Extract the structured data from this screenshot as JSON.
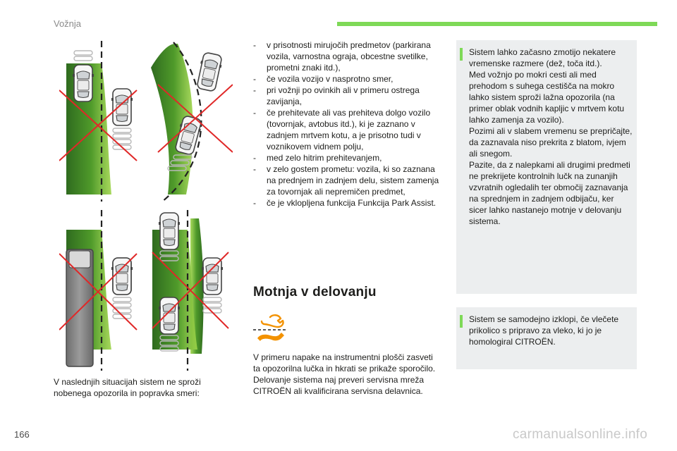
{
  "header": {
    "section_title": "Vožnja",
    "accent_color": "#7ed957"
  },
  "illustrations": [
    {
      "name": "stationary-objects-scene",
      "icon": "cars-diagram"
    },
    {
      "name": "tight-curve-scene",
      "icon": "cars-diagram"
    },
    {
      "name": "truck-overtaking-scene",
      "icon": "cars-diagram"
    },
    {
      "name": "dense-traffic-scene",
      "icon": "cars-diagram"
    }
  ],
  "caption": "V naslednjih situacijah sistem ne sproži nobenega opozorila in popravka smeri:",
  "conditions": [
    "v prisotnosti mirujočih predmetov (parkirana vozila, varnostna ograja, obcestne svetilke, prometni znaki itd.),",
    "če vozila vozijo v nasprotno smer,",
    "pri vožnji po ovinkih ali v primeru ostrega zavijanja,",
    "če prehitevate ali vas prehiteva dolgo vozilo (tovornjak, avtobus itd.), ki je zaznano v zadnjem mrtvem kotu, a je prisotno tudi v voznikovem vidnem polju,",
    "med zelo hitrim prehitevanjem,",
    "v zelo gostem prometu: vozila, ki so zaznana na prednjem in zadnjem delu, sistem zamenja za tovornjak ali nepremičen predmet,",
    "če je vklopljena funkcija Funkcija Park Assist."
  ],
  "operation": {
    "heading": "Motnja v delovanju",
    "icon": "wrench-icon",
    "paragraph_1": "V primeru napake na instrumentni plošči zasveti ta opozorilna lučka in hkrati se prikaže sporočilo.",
    "paragraph_2": "Delovanje sistema naj preveri servisna mreža CITROËN ali kvalificirana servisna delavnica."
  },
  "notes": {
    "note_1": {
      "icon": "info-icon",
      "paragraphs": [
        "Sistem lahko začasno zmotijo nekatere vremenske razmere (dež, toča itd.).",
        "Med vožnjo po mokri cesti ali med prehodom s suhega cestišča na mokro lahko sistem sproži lažna opozorila (na primer oblak vodnih kapljic v mrtvem kotu lahko zamenja za vozilo).",
        "Pozimi ali v slabem vremenu se prepričajte, da zaznavala niso prekrita z blatom, ivjem ali snegom.",
        "Pazite, da z nalepkami ali drugimi predmeti ne prekrijete kontrolnih lučk na zunanjih vzvratnih ogledalih ter območij zaznavanja na sprednjem in zadnjem odbijaču, ker sicer lahko nastanejo motnje v delovanju sistema."
      ]
    },
    "note_2": {
      "icon": "info-icon",
      "text": "Sistem se samodejno izklopi, če vlečete prikolico s pripravo za vleko, ki jo je homologiral CITROËN."
    }
  },
  "footer": {
    "page_number": "166",
    "watermark": "carmanualsonline.info"
  }
}
